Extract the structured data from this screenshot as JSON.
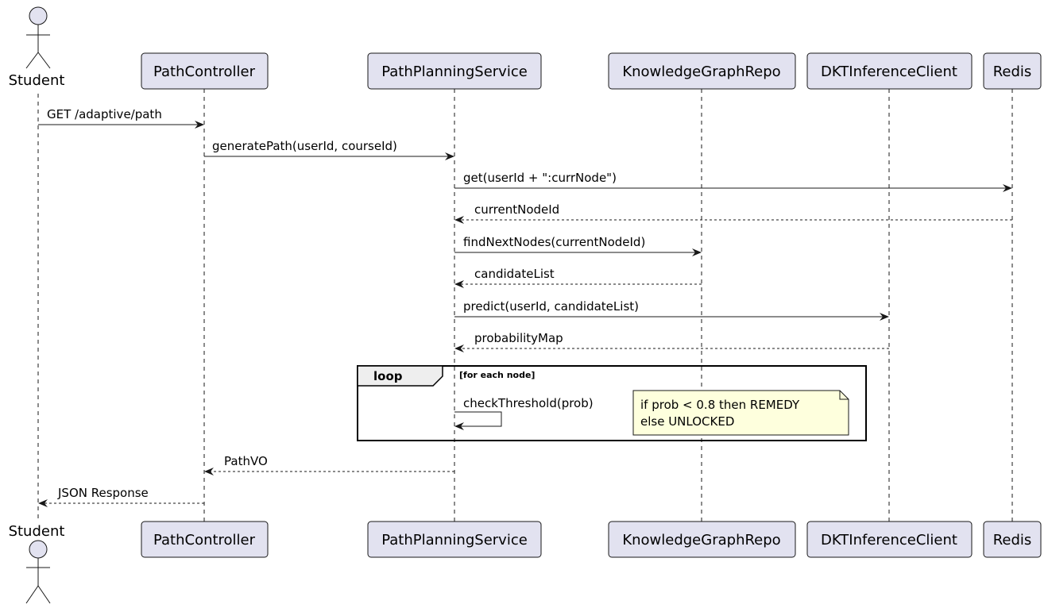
{
  "actor": {
    "name": "Student"
  },
  "participants": [
    {
      "id": "controller",
      "name": "PathController"
    },
    {
      "id": "service",
      "name": "PathPlanningService"
    },
    {
      "id": "repo",
      "name": "KnowledgeGraphRepo"
    },
    {
      "id": "dkt",
      "name": "DKTInferenceClient"
    },
    {
      "id": "redis",
      "name": "Redis"
    }
  ],
  "messages": [
    {
      "from": "student",
      "to": "controller",
      "label": "GET /adaptive/path",
      "kind": "sync"
    },
    {
      "from": "controller",
      "to": "service",
      "label": "generatePath(userId, courseId)",
      "kind": "sync"
    },
    {
      "from": "service",
      "to": "redis",
      "label": "get(userId + \":currNode\")",
      "kind": "sync"
    },
    {
      "from": "redis",
      "to": "service",
      "label": "currentNodeId",
      "kind": "return"
    },
    {
      "from": "service",
      "to": "repo",
      "label": "findNextNodes(currentNodeId)",
      "kind": "sync"
    },
    {
      "from": "repo",
      "to": "service",
      "label": "candidateList",
      "kind": "return"
    },
    {
      "from": "service",
      "to": "dkt",
      "label": "predict(userId, candidateList)",
      "kind": "sync"
    },
    {
      "from": "dkt",
      "to": "service",
      "label": "probabilityMap",
      "kind": "return"
    },
    {
      "from": "service",
      "to": "service",
      "label": "checkThreshold(prob)",
      "kind": "self"
    },
    {
      "from": "service",
      "to": "controller",
      "label": "PathVO",
      "kind": "return"
    },
    {
      "from": "controller",
      "to": "student",
      "label": "JSON Response",
      "kind": "return"
    }
  ],
  "loop": {
    "keyword": "loop",
    "guard": "[for each node]"
  },
  "note": {
    "lines": [
      "if prob < 0.8 then REMEDY",
      "else UNLOCKED"
    ]
  },
  "colors": {
    "participant_fill": "#E2E2F0",
    "participant_border": "#181818",
    "note_fill": "#FEFFDD",
    "lifeline": "#181818"
  }
}
